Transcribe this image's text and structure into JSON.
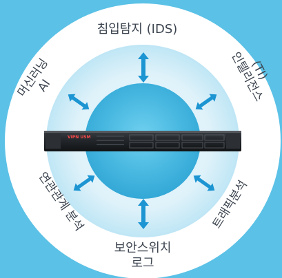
{
  "colors": {
    "background": "#5bc1e6",
    "outer_ring": "#ffffff",
    "middle_ring_edge": "#d3eef8",
    "center_circle": "#4cb8e0",
    "arrow": "#1c95d2",
    "device_body": "#1f2226",
    "device_label": "#ff3b3b",
    "text": "#3d4550"
  },
  "device": {
    "brand_label": "VIPN USM"
  },
  "arrows": [
    {
      "name": "arrow-top",
      "icon": "double-arrow-icon"
    },
    {
      "name": "arrow-bottom",
      "icon": "double-arrow-icon"
    },
    {
      "name": "arrow-top-left",
      "icon": "double-arrow-icon"
    },
    {
      "name": "arrow-top-right",
      "icon": "double-arrow-icon"
    },
    {
      "name": "arrow-bottom-left",
      "icon": "double-arrow-icon"
    },
    {
      "name": "arrow-bottom-right",
      "icon": "double-arrow-icon"
    }
  ],
  "labels": {
    "top": "침입탐지 (IDS)",
    "bottom_line1": "보안스위치",
    "bottom_line2": "로그",
    "left_top_line1": "머신러닝",
    "left_top_line2": "AI",
    "right_top_line1": "인텔리전스",
    "right_top_line2": "(TI)",
    "left_bottom": "연관관계 분석",
    "right_bottom": "트래픽분석"
  }
}
